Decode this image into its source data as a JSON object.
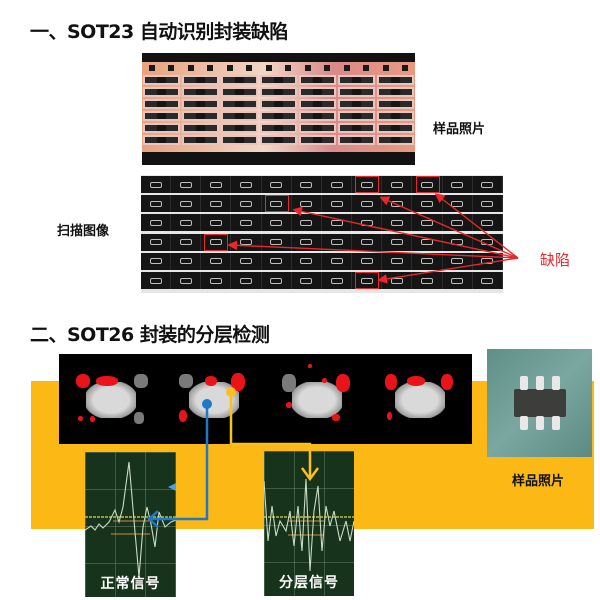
{
  "section1": {
    "title": "一、SOT23 自动识别封装缺陷",
    "sample_photo_label": "样品照片",
    "scan_image_label": "扫描图像",
    "defect_label": "缺陷",
    "scan_grid": {
      "rows": 6,
      "cols": 12
    },
    "defects": [
      {
        "row": 0,
        "col": 7
      },
      {
        "row": 0,
        "col": 9
      },
      {
        "row": 1,
        "col": 4
      },
      {
        "row": 3,
        "col": 2
      },
      {
        "row": 5,
        "col": 7
      }
    ]
  },
  "section2": {
    "title": "二、SOT26 封装的分层检测",
    "sample_photo_label": "样品照片",
    "normal_signal_label": "正常信号",
    "delamination_signal_label": "分层信号",
    "colors": {
      "orange_band": "#fcb814",
      "normal_marker": "#1f78c8",
      "delamination_marker": "#fcbf1e",
      "defect_red": "#e8282a"
    }
  }
}
